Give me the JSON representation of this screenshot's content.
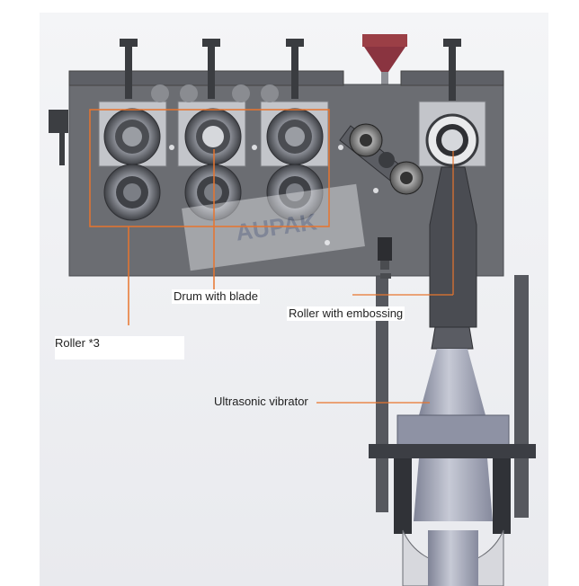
{
  "labels": {
    "drum_with_blade": "Drum with blade",
    "roller_with_embossing": "Roller with embossing",
    "roller_x3": "Roller *3",
    "ultrasonic_vibrator": "Ultrasonic vibrator"
  },
  "watermark": "AUPAK",
  "colors": {
    "frame": "#5b5d63",
    "plate": "#6b6d72",
    "callout": "#e8752e",
    "roller_face": "#d6d8dc",
    "vibrator": "#9fa3b5",
    "hopper": "#9b3f46"
  }
}
